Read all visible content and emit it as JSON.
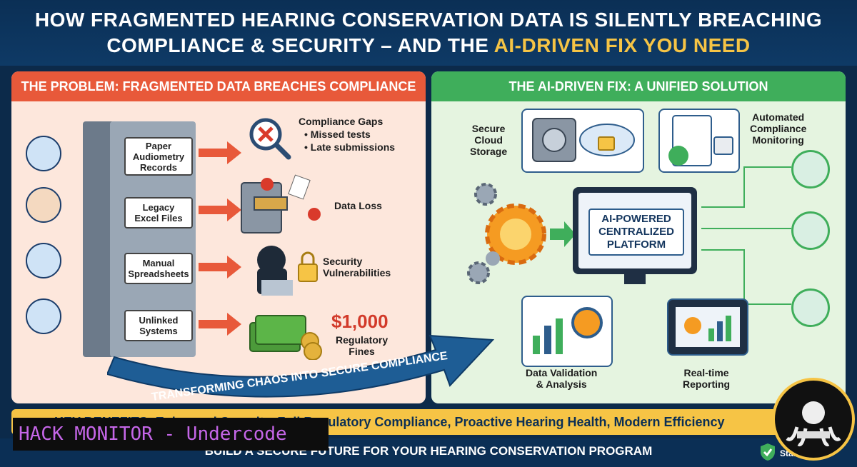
{
  "header": {
    "line1": "HOW FRAGMENTED HEARING CONSERVATION DATA IS SILENTLY BREACHING",
    "line2_main": "COMPLIANCE & SECURITY – AND THE ",
    "line2_accent": "AI-DRIVEN FIX YOU NEED"
  },
  "problem": {
    "title": "THE PROBLEM: FRAGMENTED DATA BREACHES COMPLIANCE",
    "files": [
      "Paper\nAudiometry\nRecords",
      "Legacy\nExcel Files",
      "Manual\nSpreadsheets",
      "Unlinked\nSystems"
    ],
    "issues": {
      "gaps_title": "Compliance Gaps",
      "gaps_items": [
        "• Missed tests",
        "• Late submissions"
      ],
      "data_loss": "Data Loss",
      "security": "Security\nVulnerabilities",
      "fine_amount": "$1,000",
      "fine_label": "Regulatory\nFines"
    },
    "arrow_text": "TRANSFORMING CHAOS INTO SECURE COMPLIANCE"
  },
  "fix": {
    "title": "THE AI-DRIVEN FIX: A UNIFIED SOLUTION",
    "storage": "Secure\nCloud\nStorage",
    "monitoring": "Automated\nCompliance\nMonitoring",
    "platform": "AI-POWERED\nCENTRALIZED\nPLATFORM",
    "validation": "Data Validation\n& Analysis",
    "reporting": "Real-time\nReporting"
  },
  "benefits_bar": "KEY BENEFITS: Enhanced Security, Full Regulatory Compliance, Proactive Hearing Health, Modern Efficiency",
  "footer": {
    "text": "BUILD A SECURE FUTURE FOR YOUR HEARING CONSERVATION PROGRAM",
    "standards": "Standards"
  },
  "watermark": "HACK MONITOR - Undercode",
  "colors": {
    "navy": "#0b2f55",
    "problem_header": "#e8593a",
    "fix_header": "#3fae5b",
    "accent_yellow": "#f6c445"
  }
}
